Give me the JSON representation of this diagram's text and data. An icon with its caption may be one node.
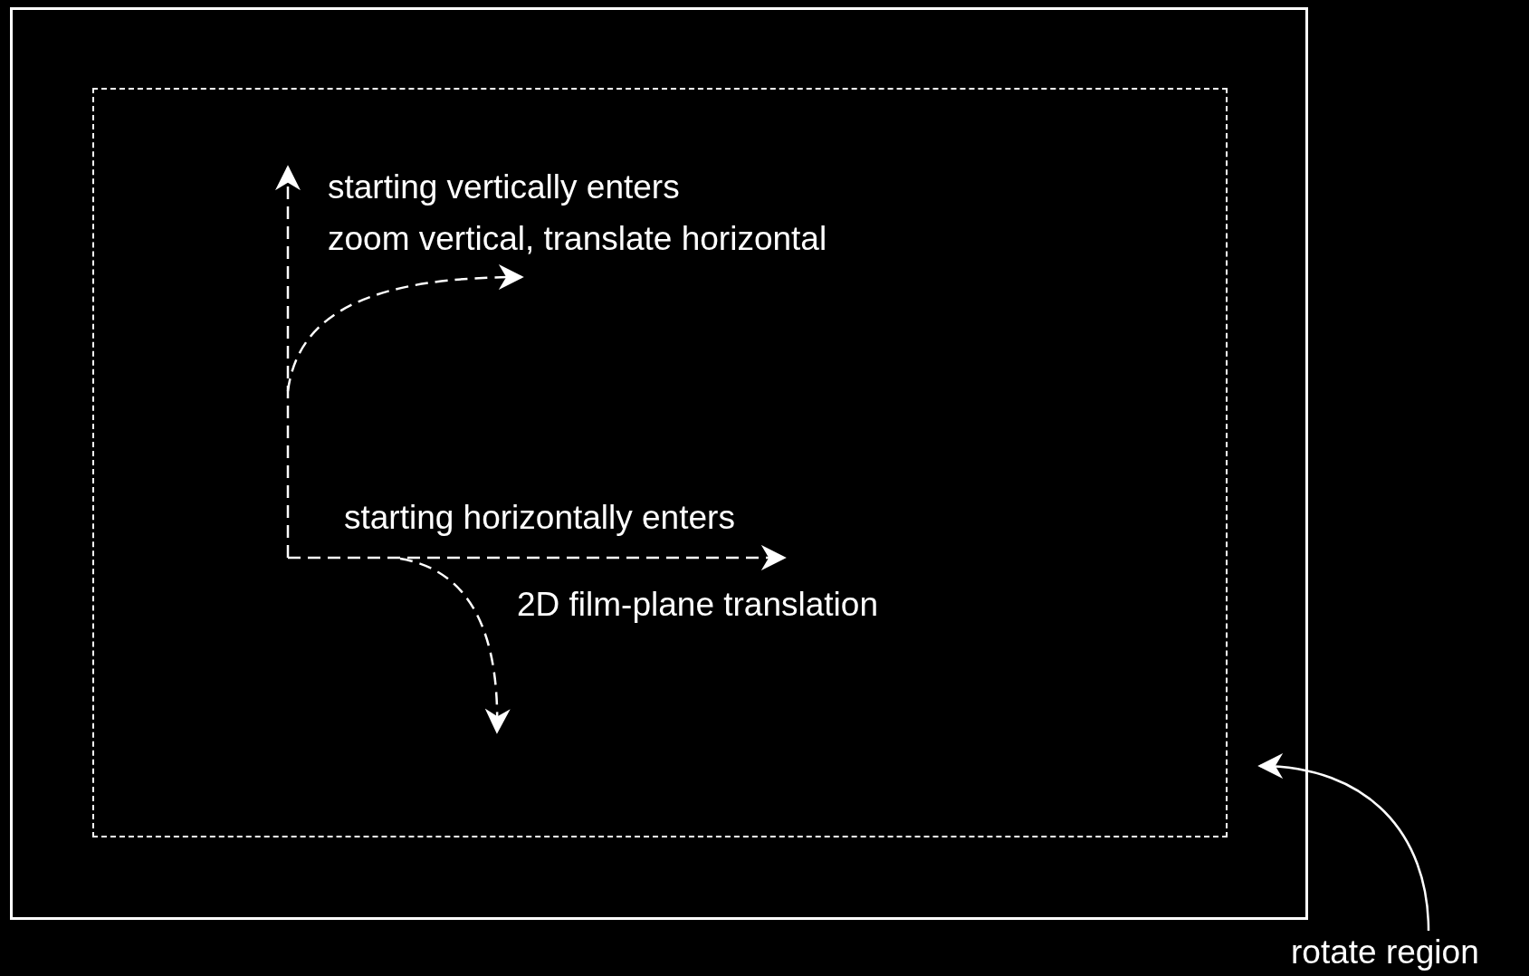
{
  "diagram": {
    "nodes": [
      {
        "text": [],
        "shape": "box"
      },
      {
        "text": [],
        "shape": "box",
        "in": 0
      },
      {
        "text": [
          "rotate region"
        ]
      }
    ],
    "edges": [
      {
        "from": 2,
        "to": 0,
        "arrow": "to"
      }
    ],
    "labels": [
      "starting vertically enters",
      "zoom vertical, translate horizontal",
      "starting horizontally enters",
      "2D film-plane translation"
    ]
  }
}
